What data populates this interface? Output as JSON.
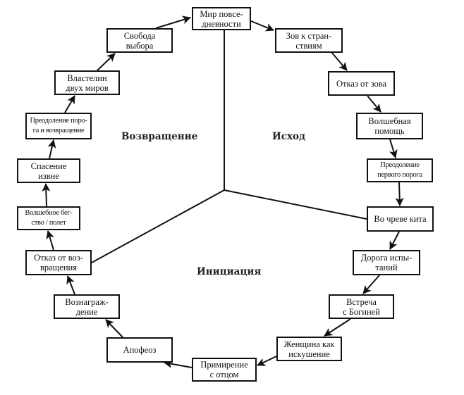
{
  "diagram": {
    "title": "Путь героя",
    "phases": {
      "departure": "Исход",
      "initiation": "Инициация",
      "return": "Возвращение"
    },
    "stages": [
      {
        "id": "ordinary-world",
        "label": "Мир повсе-\nдневности"
      },
      {
        "id": "call-to-adventure",
        "label": "Зов к стран-\nствиям"
      },
      {
        "id": "refusal-of-call",
        "label": "Отказ от зова"
      },
      {
        "id": "supernatural-aid",
        "label": "Волшебная\nпомощь"
      },
      {
        "id": "crossing-first-threshold",
        "label": "Преодоление\nпервого порога"
      },
      {
        "id": "belly-of-whale",
        "label": "Во чреве кита"
      },
      {
        "id": "road-of-trials",
        "label": "Дорога испы-\nтаний"
      },
      {
        "id": "meeting-goddess",
        "label": "Встреча\nс Богиней"
      },
      {
        "id": "woman-as-temptress",
        "label": "Женщина как\nискушение"
      },
      {
        "id": "atonement-with-father",
        "label": "Примирение\nс отцом"
      },
      {
        "id": "apotheosis",
        "label": "Апофеоз"
      },
      {
        "id": "ultimate-boon",
        "label": "Вознаграж-\nдение"
      },
      {
        "id": "refusal-of-return",
        "label": "Отказ от воз-\nвращения"
      },
      {
        "id": "magic-flight",
        "label": "Волшебное бег-\nство / полет"
      },
      {
        "id": "rescue-from-without",
        "label": "Спасение\nизвне"
      },
      {
        "id": "crossing-return-threshold",
        "label": "Преодоление поро-\nга и возвращение"
      },
      {
        "id": "master-of-two-worlds",
        "label": "Властелин\nдвух миров"
      },
      {
        "id": "freedom-to-live",
        "label": "Свобода\nвыбора"
      }
    ],
    "flow": "clockwise"
  }
}
